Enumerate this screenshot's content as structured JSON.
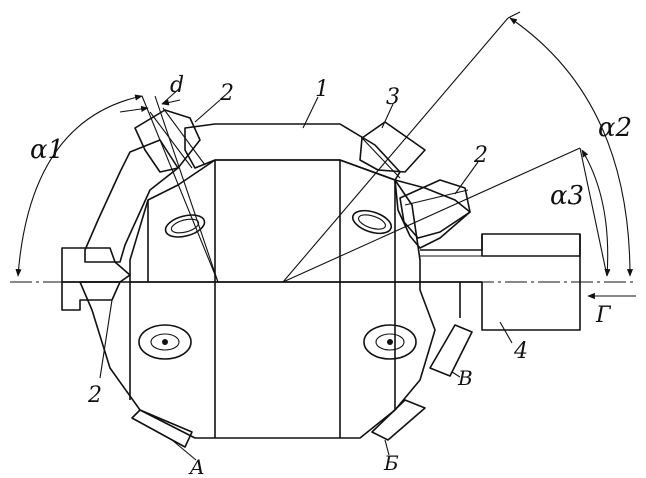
{
  "labels": {
    "part_1": "1",
    "part_2_top_left": "2",
    "part_2_top_right": "2",
    "part_2_bottom": "2",
    "part_3": "3",
    "part_4": "4",
    "dim_d": "d",
    "alpha_1": "α1",
    "alpha_2": "α2",
    "alpha_3": "α3",
    "face_A": "A",
    "face_B": "Б",
    "face_V": "В",
    "direction_G": "Г"
  }
}
